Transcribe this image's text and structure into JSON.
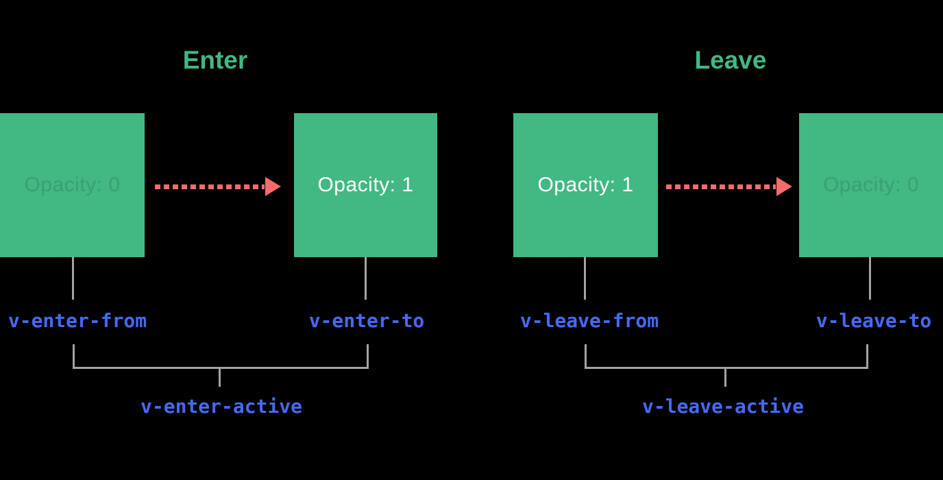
{
  "palette": {
    "background": "#000000",
    "green": "#42b883",
    "blue": "#4769f2",
    "salmon": "#f66c6c",
    "line_gray": "#a3a3a3",
    "white": "#ffffff"
  },
  "sections": [
    {
      "title": "Enter",
      "from_box_label": "Opacity: 0",
      "to_box_label": "Opacity: 1",
      "from_class": "v-enter-from",
      "to_class": "v-enter-to",
      "active_class": "v-enter-active"
    },
    {
      "title": "Leave",
      "from_box_label": "Opacity: 1",
      "to_box_label": "Opacity: 0",
      "from_class": "v-leave-from",
      "to_class": "v-leave-to",
      "active_class": "v-leave-active"
    }
  ]
}
